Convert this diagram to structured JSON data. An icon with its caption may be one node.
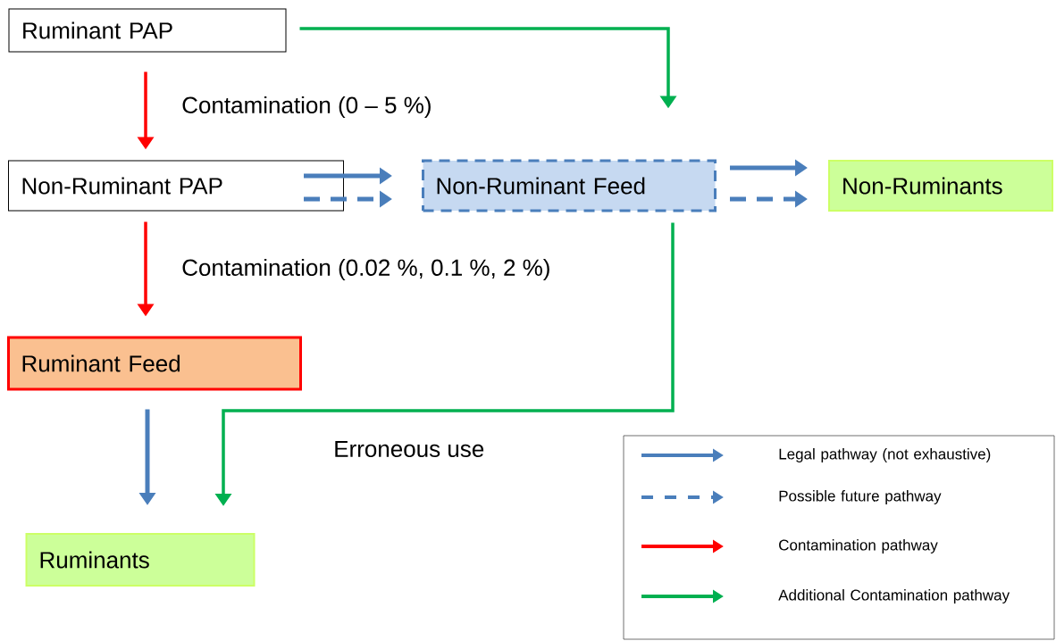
{
  "diagram": {
    "nodes": [
      {
        "text": [
          "Ruminant PAP"
        ]
      },
      {
        "text": [
          "Non-Ruminant PAP"
        ]
      },
      {
        "text": [
          "Non-Ruminant Feed"
        ]
      },
      {
        "text": [
          "Non-Ruminants"
        ]
      },
      {
        "text": [
          "Ruminant Feed"
        ]
      },
      {
        "text": [
          "Ruminants"
        ]
      }
    ],
    "edges": [
      {
        "from": 0,
        "to": 1,
        "arrow": "to",
        "color": "#ff0000",
        "label": "Contamination (0 – 5 %)"
      },
      {
        "from": 0,
        "to": 2,
        "arrow": "to",
        "color": "#00b050"
      },
      {
        "from": 1,
        "to": 2,
        "arrow": "to"
      },
      {
        "from": 1,
        "to": 2,
        "arrow": "to",
        "style": "dashed"
      },
      {
        "from": 2,
        "to": 3,
        "arrow": "to"
      },
      {
        "from": 2,
        "to": 3,
        "arrow": "to",
        "style": "dashed"
      },
      {
        "from": 1,
        "to": 4,
        "arrow": "to",
        "color": "#ff0000",
        "label": "Contamination (0.02 %, 0.1 %, 2 %)"
      },
      {
        "from": 4,
        "to": 5,
        "arrow": "to"
      },
      {
        "from": 2,
        "to": 5,
        "arrow": "to",
        "color": "#00b050",
        "label": "Erroneous use"
      }
    ],
    "legend": [
      {
        "text": "Legal pathway (not exhaustive)"
      },
      {
        "text": "Possible future pathway"
      },
      {
        "text": "Contamination pathway"
      },
      {
        "text": "Additional Contamination pathway"
      }
    ]
  }
}
